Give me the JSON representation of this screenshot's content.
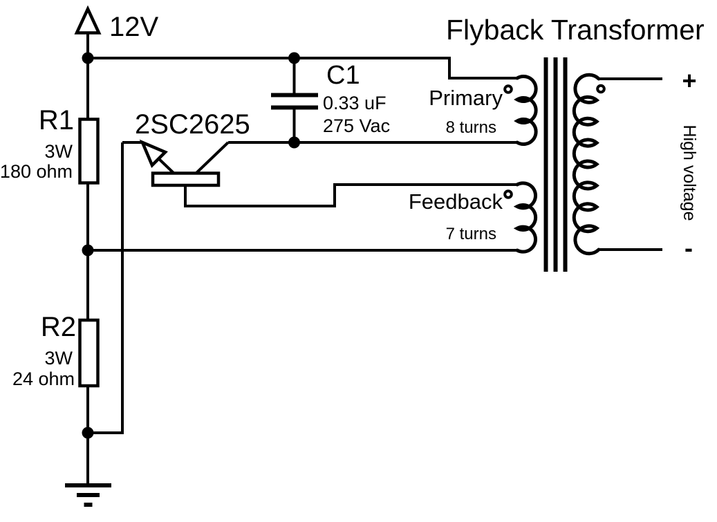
{
  "title": "Flyback Transformer",
  "power_supply": {
    "voltage": "12V"
  },
  "components": {
    "r1": {
      "designator": "R1",
      "power_rating": "3W",
      "resistance": "180 ohm"
    },
    "r2": {
      "designator": "R2",
      "power_rating": "3W",
      "resistance": "24 ohm"
    },
    "c1": {
      "designator": "C1",
      "capacitance": "0.33 uF",
      "voltage_rating": "275 Vac"
    },
    "q1": {
      "part_number": "2SC2625"
    }
  },
  "transformer": {
    "primary": {
      "label": "Primary",
      "turns": "8 turns"
    },
    "feedback": {
      "label": "Feedback",
      "turns": "7 turns"
    },
    "secondary": {
      "positive_terminal": "+",
      "negative_terminal": "-",
      "output_label": "High voltage"
    }
  },
  "colors": {
    "ink": "#000000",
    "background": "#ffffff"
  }
}
